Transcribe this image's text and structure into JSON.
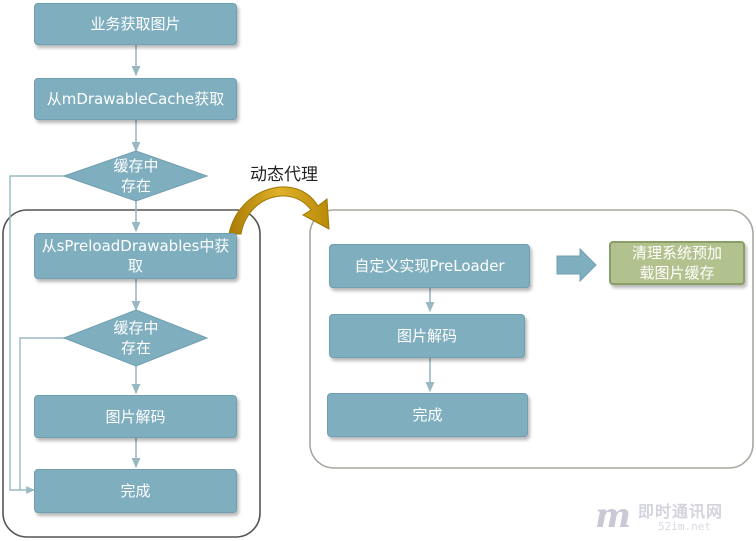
{
  "nodes": {
    "get_image": "业务获取图片",
    "from_mdrawablecache": "从mDrawableCache获取",
    "cache_check_1": [
      "缓存中",
      "存在"
    ],
    "from_spreload": [
      "从sPreloadDrawables中获",
      "取"
    ],
    "cache_check_2": [
      "缓存中",
      "存在"
    ],
    "decode_left": "图片解码",
    "done_left": "完成",
    "custom_preloader": "自定义实现PreLoader",
    "decode_right": "图片解码",
    "done_right": "完成",
    "clear_cache": [
      "清理系统预加",
      "载图片缓存"
    ]
  },
  "annotation": "动态代理",
  "colors": {
    "box_fill": "#7faebf",
    "green_fill": "#b2c28e",
    "connector": "#9ab8c4",
    "curved_arrow": "#c7950e",
    "region_border": "#555555",
    "region_border_light": "#a8a8a0"
  },
  "watermark": {
    "mark": "m",
    "text": "即时通讯网",
    "url": "52im.net"
  }
}
